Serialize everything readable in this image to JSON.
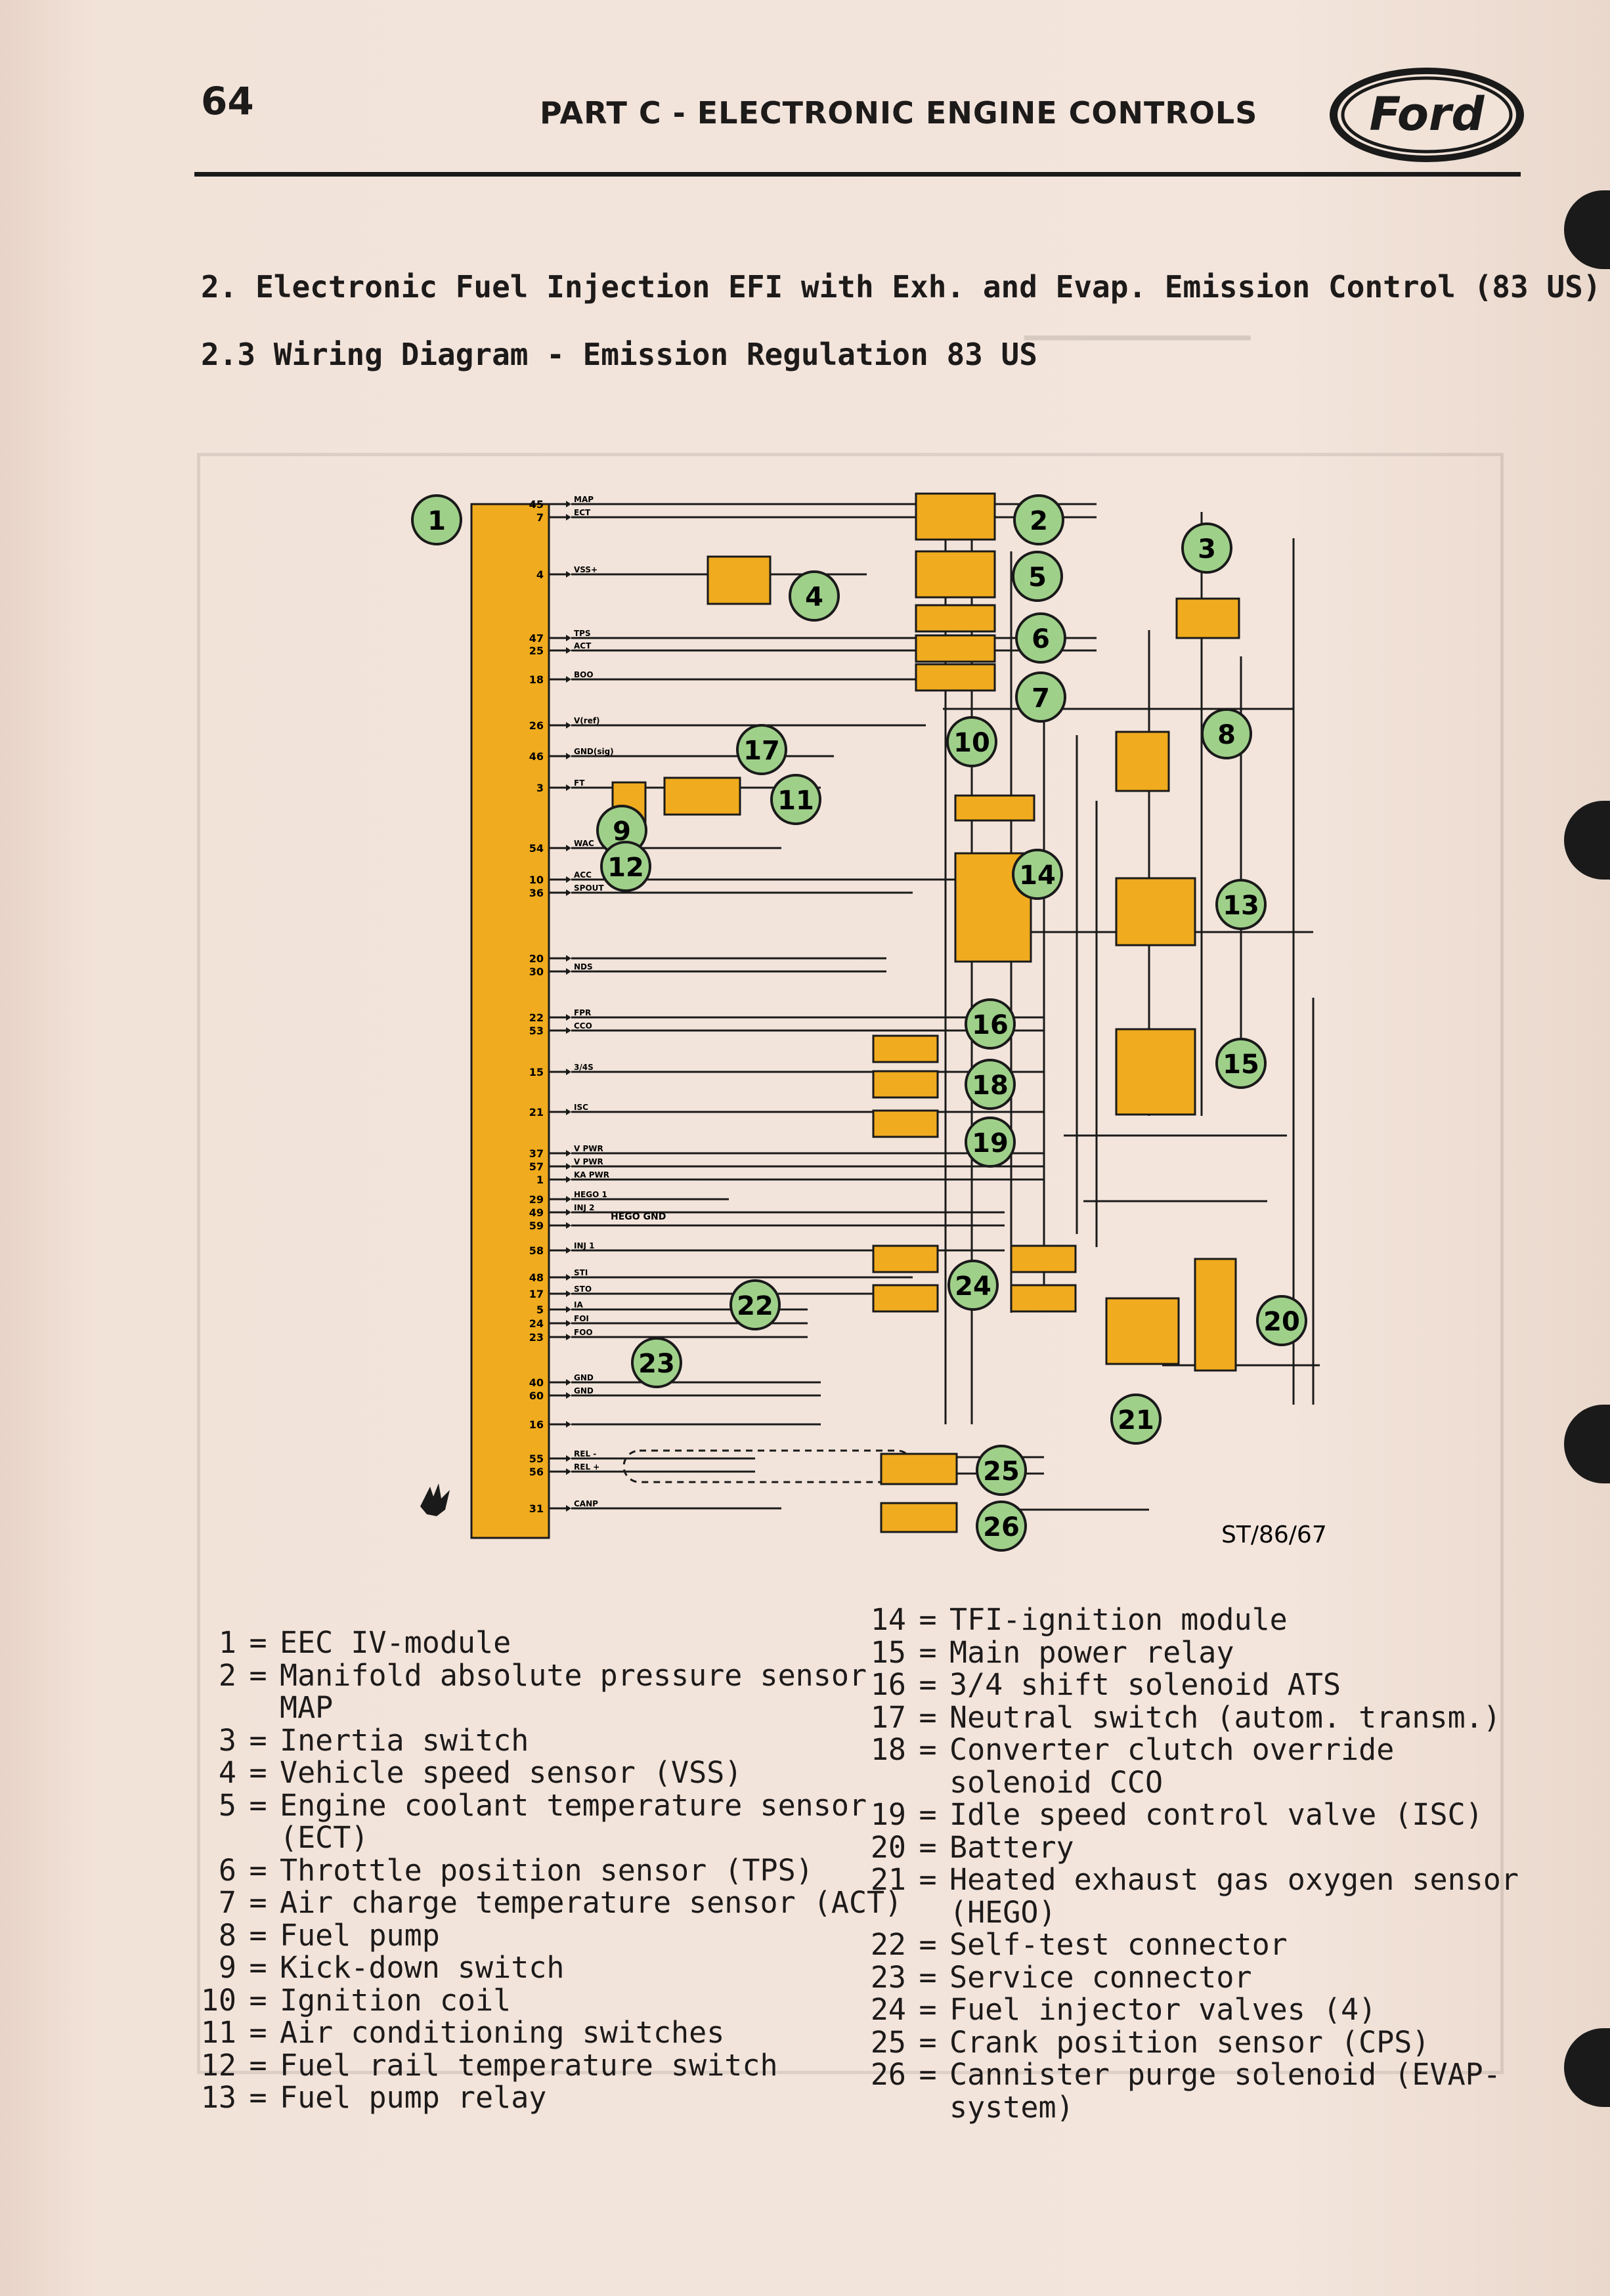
{
  "header": {
    "page_number": "64",
    "title": "PART C - ELECTRONIC ENGINE CONTROLS",
    "logo_text": "Ford"
  },
  "section": {
    "heading": "2. Electronic Fuel Injection EFI with Exh. and Evap. Emission Control (83 US)",
    "subheading": "2.3 Wiring Diagram - Emission Regulation 83 US"
  },
  "diagram": {
    "reference": "ST/86/67",
    "pins": [
      {
        "num": "45",
        "label": "MAP"
      },
      {
        "num": "7",
        "label": "ECT"
      },
      {
        "num": "4",
        "label": "VSS+"
      },
      {
        "num": "47",
        "label": "TPS"
      },
      {
        "num": "25",
        "label": "ACT"
      },
      {
        "num": "18",
        "label": "BOO"
      },
      {
        "num": "26",
        "label": "V(ref)"
      },
      {
        "num": "46",
        "label": "GND(sig)"
      },
      {
        "num": "3",
        "label": "FT"
      },
      {
        "num": "54",
        "label": "WAC"
      },
      {
        "num": "10",
        "label": "ACC"
      },
      {
        "num": "36",
        "label": "SPOUT"
      },
      {
        "num": "20",
        "label": ""
      },
      {
        "num": "30",
        "label": "NDS"
      },
      {
        "num": "22",
        "label": "FPR"
      },
      {
        "num": "53",
        "label": "CCO"
      },
      {
        "num": "15",
        "label": "3/4S"
      },
      {
        "num": "21",
        "label": "ISC"
      },
      {
        "num": "37",
        "label": "V PWR"
      },
      {
        "num": "57",
        "label": "V PWR"
      },
      {
        "num": "1",
        "label": "KA PWR"
      },
      {
        "num": "29",
        "label": "HEGO 1"
      },
      {
        "num": "49",
        "label": "INJ 2"
      },
      {
        "num": "59",
        "label": ""
      },
      {
        "num": "58",
        "label": "INJ 1"
      },
      {
        "num": "48",
        "label": "STI"
      },
      {
        "num": "17",
        "label": "STO"
      },
      {
        "num": "5",
        "label": "IA"
      },
      {
        "num": "24",
        "label": "FOI"
      },
      {
        "num": "23",
        "label": "FOO"
      },
      {
        "num": "40",
        "label": "GND"
      },
      {
        "num": "60",
        "label": "GND"
      },
      {
        "num": "16",
        "label": ""
      },
      {
        "num": "55",
        "label": "REL -"
      },
      {
        "num": "56",
        "label": "REL +"
      },
      {
        "num": "31",
        "label": "CANP"
      }
    ],
    "hego_gnd_label": "HEGO GND",
    "callouts": [
      "1",
      "2",
      "3",
      "4",
      "5",
      "6",
      "7",
      "8",
      "9",
      "10",
      "11",
      "12",
      "13",
      "14",
      "15",
      "16",
      "17",
      "18",
      "19",
      "20",
      "21",
      "22",
      "23",
      "24",
      "25",
      "26"
    ],
    "colors": {
      "component": "#f0ab1e",
      "callout": "#9fd08a",
      "line": "#1a1a1a"
    }
  },
  "legend": {
    "left": [
      {
        "num": "1",
        "text": "EEC IV-module"
      },
      {
        "num": "2",
        "text": "Manifold absolute pressure sensor",
        "cont": "MAP"
      },
      {
        "num": "3",
        "text": "Inertia switch"
      },
      {
        "num": "4",
        "text": "Vehicle speed sensor (VSS)"
      },
      {
        "num": "5",
        "text": "Engine coolant temperature sensor",
        "cont": "(ECT)"
      },
      {
        "num": "6",
        "text": "Throttle position sensor (TPS)"
      },
      {
        "num": "7",
        "text": "Air charge temperature sensor (ACT)"
      },
      {
        "num": "8",
        "text": "Fuel pump"
      },
      {
        "num": "9",
        "text": "Kick-down switch"
      },
      {
        "num": "10",
        "text": "Ignition coil"
      },
      {
        "num": "11",
        "text": "Air conditioning switches"
      },
      {
        "num": "12",
        "text": "Fuel rail temperature switch"
      },
      {
        "num": "13",
        "text": "Fuel pump relay"
      }
    ],
    "right": [
      {
        "num": "14",
        "text": "TFI-ignition module"
      },
      {
        "num": "15",
        "text": "Main power relay"
      },
      {
        "num": "16",
        "text": "3/4 shift solenoid ATS"
      },
      {
        "num": "17",
        "text": "Neutral switch (autom. transm.)"
      },
      {
        "num": "18",
        "text": "Converter clutch override",
        "cont": "solenoid CCO"
      },
      {
        "num": "19",
        "text": "Idle speed control valve (ISC)"
      },
      {
        "num": "20",
        "text": "Battery"
      },
      {
        "num": "21",
        "text": "Heated exhaust gas oxygen sensor",
        "cont": "(HEGO)"
      },
      {
        "num": "22",
        "text": "Self-test connector"
      },
      {
        "num": "23",
        "text": "Service connector"
      },
      {
        "num": "24",
        "text": "Fuel injector valves (4)"
      },
      {
        "num": "25",
        "text": "Crank position sensor (CPS)"
      },
      {
        "num": "26",
        "text": "Cannister purge solenoid (EVAP-",
        "cont": "system)"
      }
    ]
  }
}
